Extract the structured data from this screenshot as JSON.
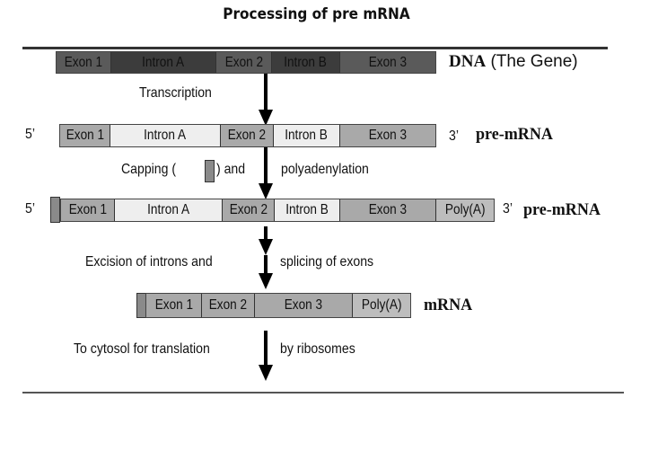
{
  "title": "Processing of pre mRNA",
  "colors": {
    "dna_exon": "#5a5a5a",
    "dna_intron": "#3c3c3c",
    "rna_exon": "#a9a9a9",
    "rna_intron": "#eeeeee",
    "cap": "#8a8a8a"
  },
  "dna": {
    "segments": [
      "Exon 1",
      "Intron A",
      "Exon 2",
      "Intron B",
      "Exon 3"
    ],
    "label_bold": "DNA",
    "label_rest": " (The Gene)"
  },
  "step1": "Transcription",
  "premrna": {
    "five": "5’",
    "three": "3’",
    "segments": [
      "Exon 1",
      "Intron A",
      "Exon 2",
      "Intron B",
      "Exon 3"
    ],
    "label": "pre-mRNA"
  },
  "step2": {
    "left": "Capping (",
    "right": ") and",
    "after": "polyadenylation"
  },
  "premrna2": {
    "five": "5’",
    "three": "3’",
    "segments": [
      "Exon 1",
      "Intron A",
      "Exon 2",
      "Intron B",
      "Exon 3",
      "Poly(A)"
    ],
    "label": "pre-mRNA"
  },
  "step3": {
    "left": "Excision of introns and",
    "right": "splicing of exons"
  },
  "mrna": {
    "segments": [
      "Exon 1",
      "Exon 2",
      "Exon 3",
      "Poly(A)"
    ],
    "label": "mRNA"
  },
  "step4": {
    "left": "To cytosol for translation",
    "right": "by ribosomes"
  }
}
